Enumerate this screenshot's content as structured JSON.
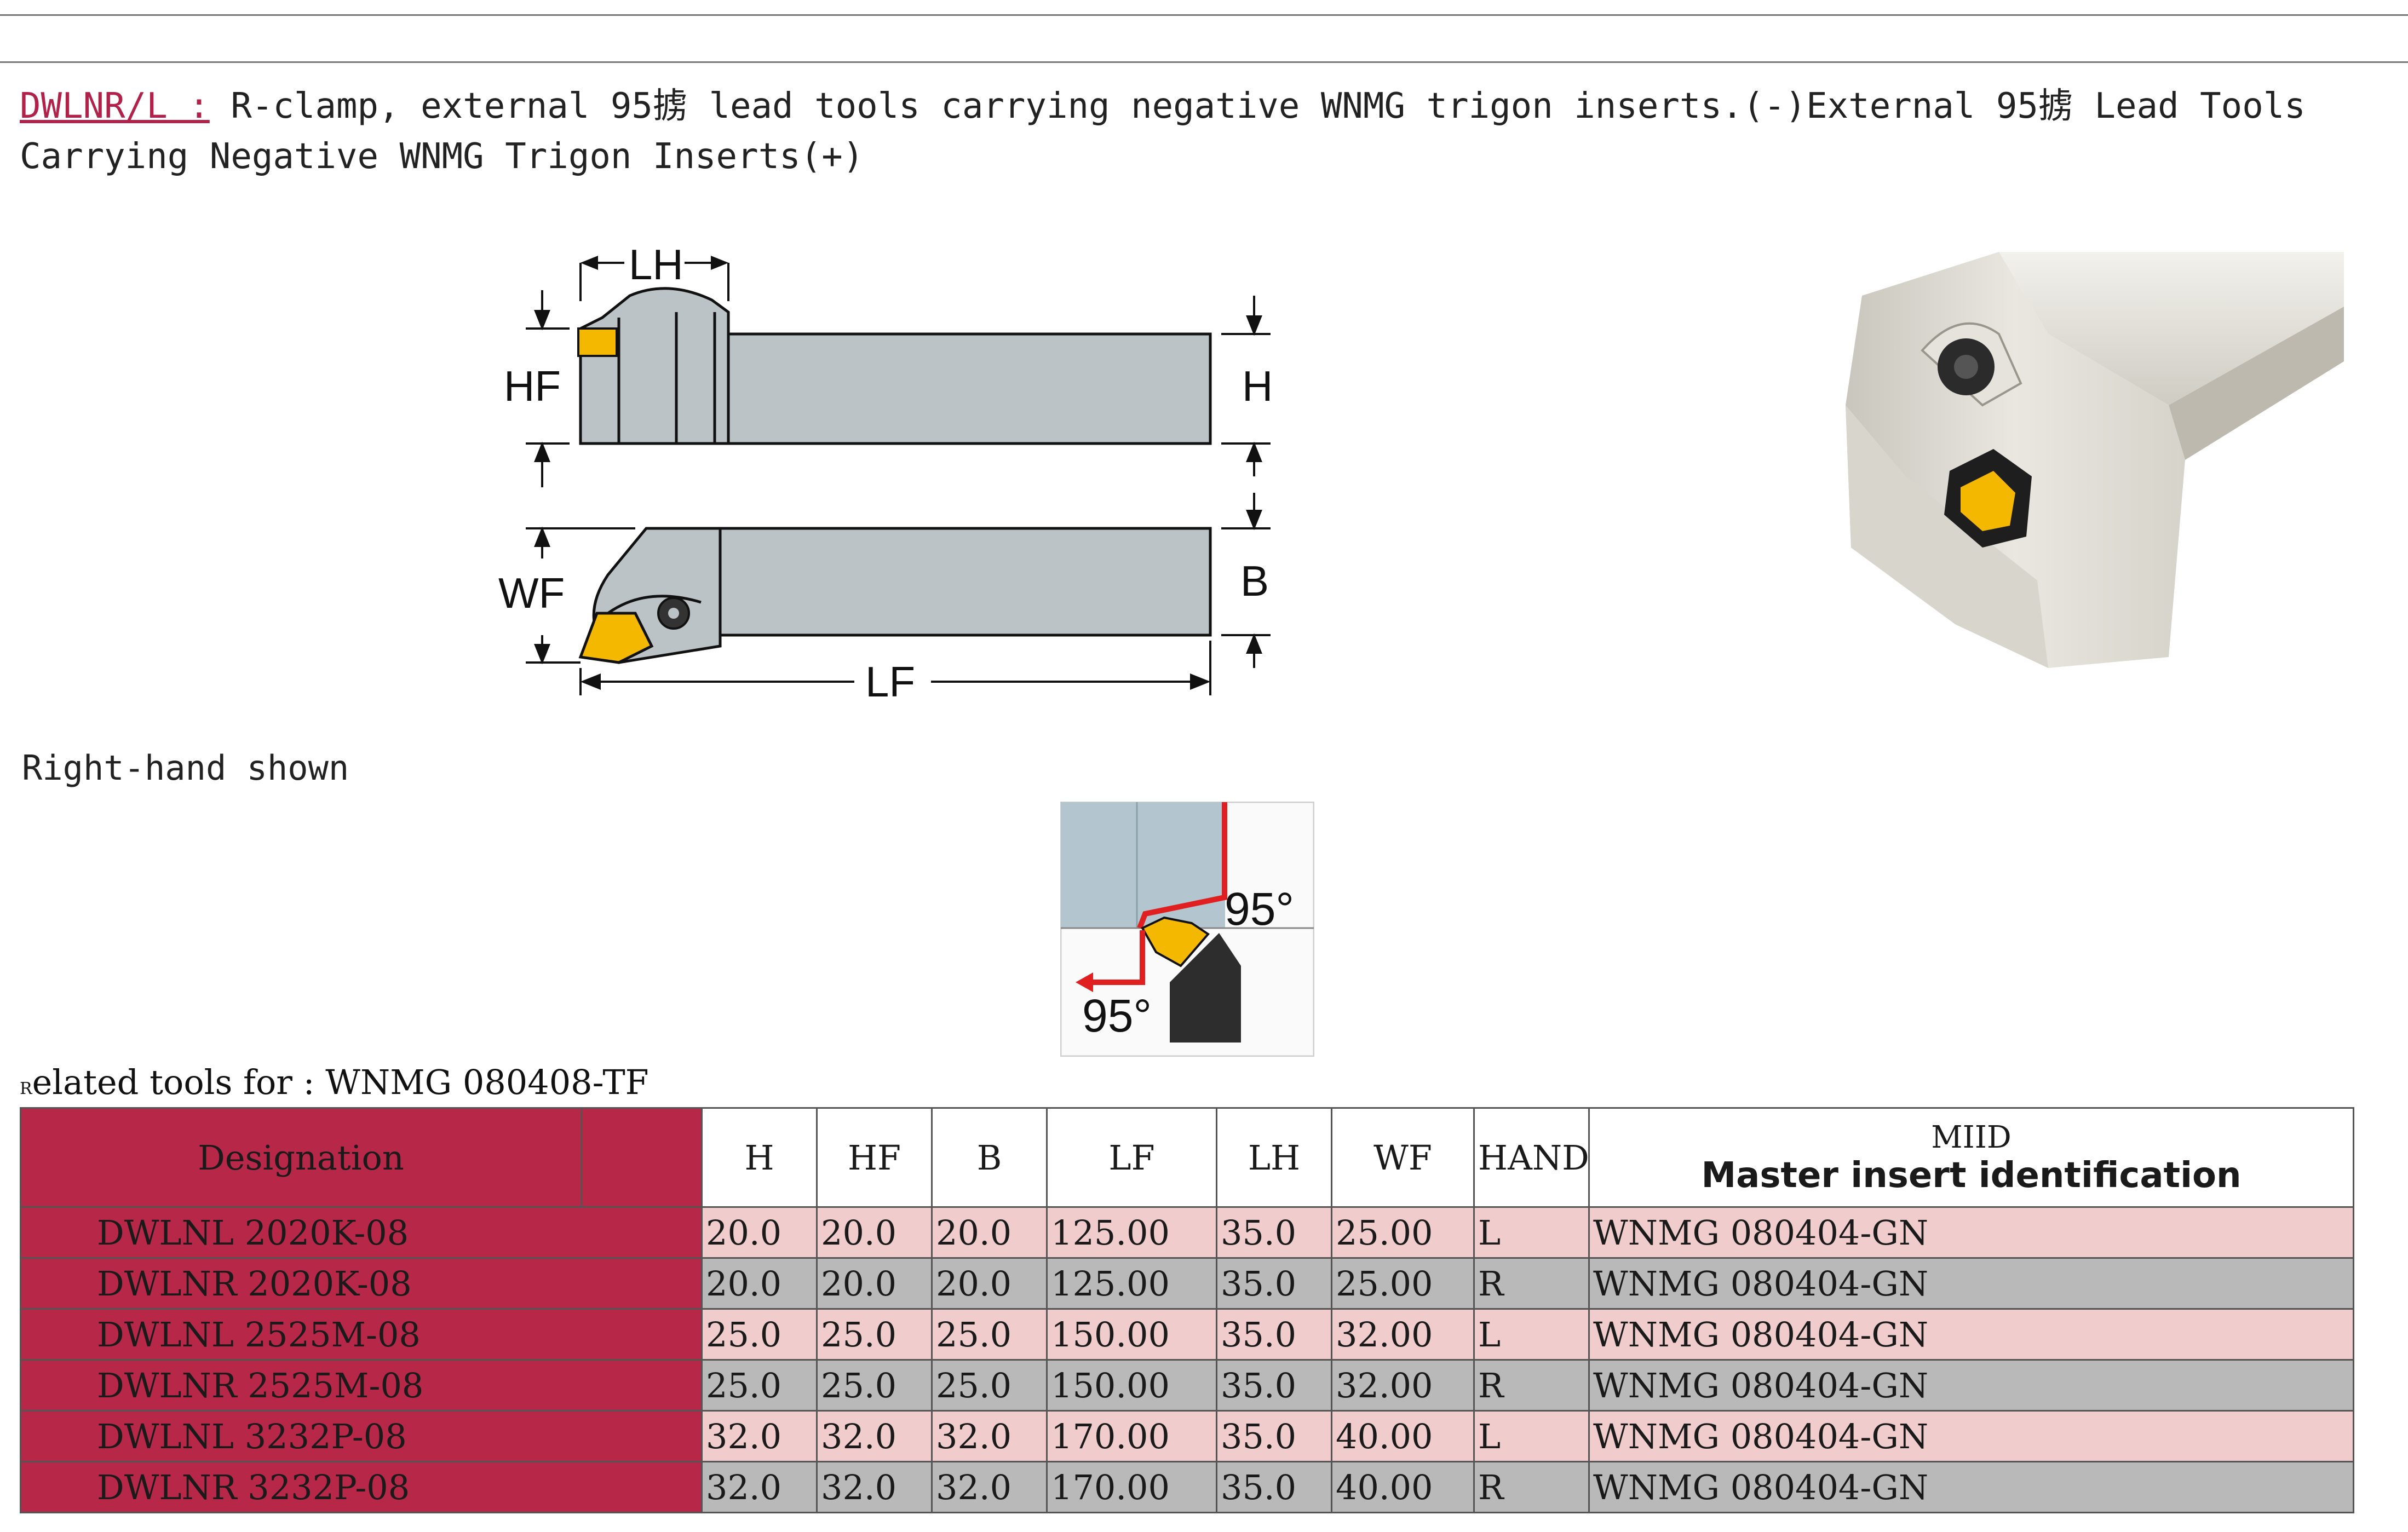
{
  "header": {
    "code": "DWLNR/L :",
    "description": " R-clamp, external 95掳 lead tools carrying negative WNMG trigon inserts.(-)External 95掳 Lead Tools Carrying Negative WNMG Trigon Inserts(+)"
  },
  "drawing": {
    "labels": {
      "lh": "LH",
      "hf": "HF",
      "h": "H",
      "wf": "WF",
      "b": "B",
      "lf": "LF"
    }
  },
  "caption": "Right-hand shown",
  "angle_diagram": {
    "angle_top": "95°",
    "angle_bottom": "95°"
  },
  "related": {
    "prefix_small": "R",
    "text": "elated tools for : WNMG 080408-TF"
  },
  "table": {
    "headers": {
      "designation": "Designation",
      "h": "H",
      "hf": "HF",
      "b": "B",
      "lf": "LF",
      "lh": "LH",
      "wf": "WF",
      "hand": "HAND",
      "miid": "MIID",
      "miid_sub": "Master insert identification"
    },
    "rows": [
      {
        "designation": "DWLNL 2020K-08",
        "h": "20.0",
        "hf": "20.0",
        "b": "20.0",
        "lf": "125.00",
        "lh": "35.0",
        "wf": "25.00",
        "hand": "L",
        "miid": "WNMG 080404-GN"
      },
      {
        "designation": "DWLNR 2020K-08",
        "h": "20.0",
        "hf": "20.0",
        "b": "20.0",
        "lf": "125.00",
        "lh": "35.0",
        "wf": "25.00",
        "hand": "R",
        "miid": "WNMG 080404-GN"
      },
      {
        "designation": "DWLNL 2525M-08",
        "h": "25.0",
        "hf": "25.0",
        "b": "25.0",
        "lf": "150.00",
        "lh": "35.0",
        "wf": "32.00",
        "hand": "L",
        "miid": "WNMG 080404-GN"
      },
      {
        "designation": "DWLNR 2525M-08",
        "h": "25.0",
        "hf": "25.0",
        "b": "25.0",
        "lf": "150.00",
        "lh": "35.0",
        "wf": "32.00",
        "hand": "R",
        "miid": "WNMG 080404-GN"
      },
      {
        "designation": "DWLNL 3232P-08",
        "h": "32.0",
        "hf": "32.0",
        "b": "32.0",
        "lf": "170.00",
        "lh": "35.0",
        "wf": "40.00",
        "hand": "L",
        "miid": "WNMG 080404-GN"
      },
      {
        "designation": "DWLNR 3232P-08",
        "h": "32.0",
        "hf": "32.0",
        "b": "32.0",
        "lf": "170.00",
        "lh": "35.0",
        "wf": "40.00",
        "hand": "R",
        "miid": "WNMG 080404-GN"
      }
    ]
  },
  "colors": {
    "accent": "#b72748",
    "row_light": "#f0cccc",
    "row_dark": "#b9b9b9",
    "insert": "#f5b800",
    "arrow": "#e02020"
  }
}
